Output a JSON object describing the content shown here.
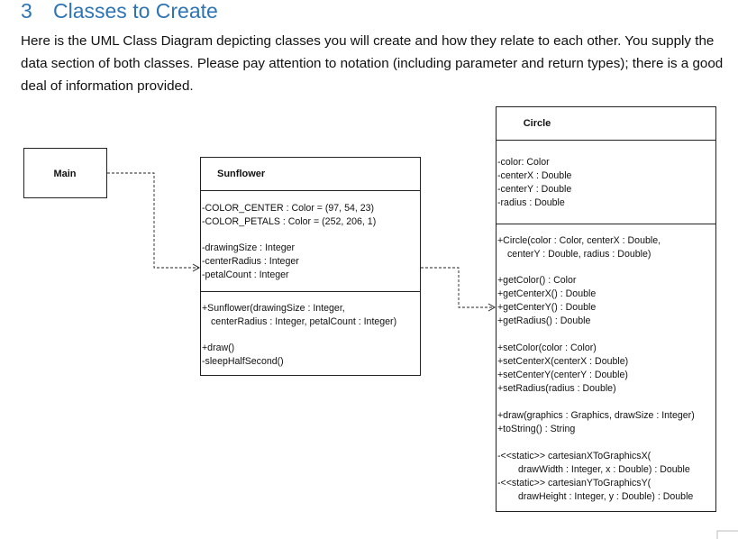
{
  "section": {
    "number": "3",
    "title": "Classes to Create",
    "paragraph": "Here is the UML Class Diagram depicting classes you will create and how they relate to each other.  You supply the data section of both classes.  Please pay attention to notation (including parameter and return types); there is a good deal of information provided."
  },
  "diagram": {
    "main": {
      "name": "Main"
    },
    "sunflower": {
      "name": "Sunflower",
      "constants": [
        "-COLOR_CENTER : Color = (97, 54, 23)",
        "-COLOR_PETALS : Color = (252, 206, 1)"
      ],
      "fields": [
        "-drawingSize : Integer",
        "-centerRadius : Integer",
        "-petalCount : Integer"
      ],
      "constructor": [
        "+Sunflower(drawingSize : Integer,",
        "centerRadius : Integer, petalCount : Integer)"
      ],
      "methods": [
        "+draw()",
        "-sleepHalfSecond()"
      ]
    },
    "circle": {
      "name": "Circle",
      "fields": [
        "-color: Color",
        "-centerX : Double",
        "-centerY : Double",
        "-radius : Double"
      ],
      "constructor": [
        "+Circle(color : Color, centerX : Double,",
        "centerY : Double, radius : Double)"
      ],
      "getters": [
        "+getColor() : Color",
        "+getCenterX() : Double",
        "+getCenterY() : Double",
        "+getRadius() : Double"
      ],
      "setters": [
        "+setColor(color : Color)",
        "+setCenterX(centerX : Double)",
        "+setCenterY(centerY : Double)",
        "+setRadius(radius : Double)"
      ],
      "drawing": [
        "+draw(graphics : Graphics, drawSize : Integer)",
        "+toString() : String"
      ],
      "statics": [
        "-<<static>> cartesianXToGraphicsX(",
        "drawWidth : Integer, x : Double) : Double",
        "-<<static>> cartesianYToGraphicsY(",
        "drawHeight : Integer, y : Double) : Double"
      ]
    }
  }
}
